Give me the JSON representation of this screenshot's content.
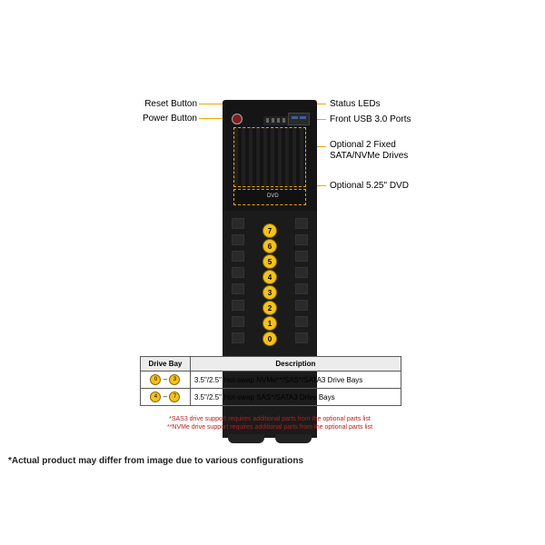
{
  "callouts": {
    "reset": "Reset Button",
    "power": "Power Button",
    "status": "Status LEDs",
    "usb": "Front USB 3.0 Ports",
    "fixed_drives_1": "Optional 2 Fixed",
    "fixed_drives_2": "SATA/NVMe Drives",
    "dvd": "Optional 5.25\" DVD"
  },
  "bay_numbers": [
    "7",
    "6",
    "5",
    "4",
    "3",
    "2",
    "1",
    "0"
  ],
  "dvd_logo": "DVD",
  "table": {
    "headers": [
      "Drive Bay",
      "Description"
    ],
    "rows": [
      {
        "from": "0",
        "dash": "–",
        "to": "3",
        "description": "3.5\"/2.5\"  Hot-swap  NVMe**/SAS*/SATA3  Drive  Bays"
      },
      {
        "from": "4",
        "dash": "–",
        "to": "7",
        "description": "3.5\"/2.5\"  Hot-swap  SAS*/SATA3  Drive  Bays"
      }
    ]
  },
  "notes": [
    "*SAS3 drive support requires additional parts from the optional parts list",
    "**NVMe drive support requires additional parts from the optional parts list"
  ],
  "footer": "*Actual product may differ from image due to various configurations"
}
